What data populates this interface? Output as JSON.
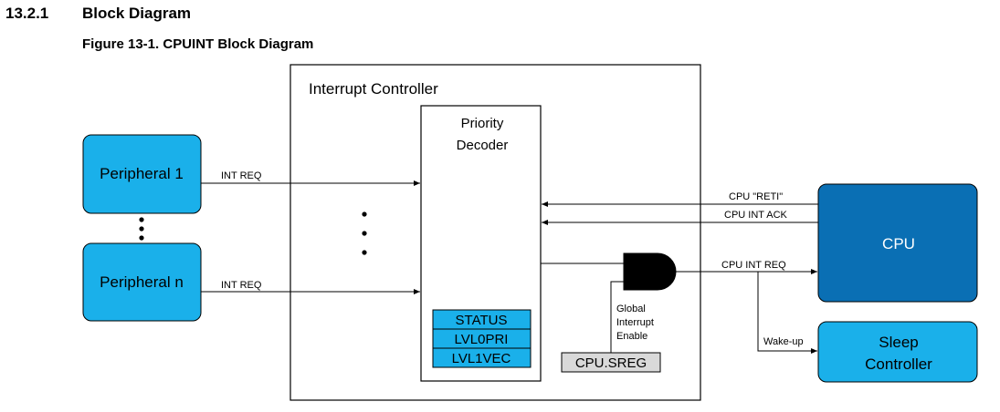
{
  "section": {
    "number": "13.2.1",
    "title": "Block Diagram"
  },
  "figure": {
    "caption": "Figure 13-1. CPUINT Block Diagram"
  },
  "diagram": {
    "interrupt_controller": "Interrupt Controller",
    "priority_decoder": [
      "Priority",
      "Decoder"
    ],
    "registers": [
      "STATUS",
      "LVL0PRI",
      "LVL1VEC"
    ],
    "peripheral_1": "Peripheral 1",
    "peripheral_n": "Peripheral n",
    "int_req_1": "INT REQ",
    "int_req_n": "INT REQ",
    "cpu": "CPU",
    "cpu_reti": "CPU \"RETI\"",
    "cpu_int_ack": "CPU INT ACK",
    "cpu_int_req": "CPU INT REQ",
    "global_interrupt_enable": [
      "Global",
      "Interrupt",
      "Enable"
    ],
    "cpu_sreg": "CPU.SREG",
    "wake_up": "Wake-up",
    "sleep_controller": [
      "Sleep",
      "Controller"
    ]
  },
  "colors": {
    "block_fill": "#1ab0ea",
    "cpu_fill": "#0a6fb4",
    "sreg_fill": "#d9d9d9",
    "line": "#000000"
  }
}
